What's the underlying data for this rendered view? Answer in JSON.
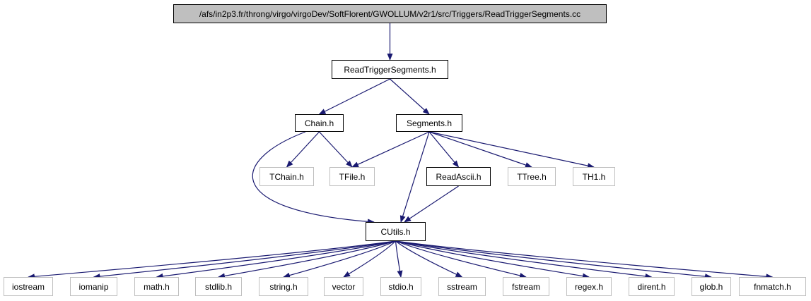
{
  "colors": {
    "edge": "#191970",
    "root_fill": "#bfbfbf",
    "missing_border": "#bfbfbf",
    "node_border": "#000000"
  },
  "nodes": [
    {
      "id": "root",
      "label": "/afs/in2p3.fr/throng/virgo/virgoDev/SoftFlorent/GWOLLUM/v2r1/src/Triggers/ReadTriggerSegments.cc",
      "style": "root"
    },
    {
      "id": "rts",
      "label": "ReadTriggerSegments.h",
      "style": "solid"
    },
    {
      "id": "chain",
      "label": "Chain.h",
      "style": "solid"
    },
    {
      "id": "segments",
      "label": "Segments.h",
      "style": "solid"
    },
    {
      "id": "tchain",
      "label": "TChain.h",
      "style": "grey"
    },
    {
      "id": "tfile",
      "label": "TFile.h",
      "style": "grey"
    },
    {
      "id": "readascii",
      "label": "ReadAscii.h",
      "style": "solid"
    },
    {
      "id": "ttree",
      "label": "TTree.h",
      "style": "grey"
    },
    {
      "id": "th1",
      "label": "TH1.h",
      "style": "grey"
    },
    {
      "id": "cutils",
      "label": "CUtils.h",
      "style": "solid"
    },
    {
      "id": "iostream",
      "label": "iostream",
      "style": "grey"
    },
    {
      "id": "iomanip",
      "label": "iomanip",
      "style": "grey"
    },
    {
      "id": "math",
      "label": "math.h",
      "style": "grey"
    },
    {
      "id": "stdlib",
      "label": "stdlib.h",
      "style": "grey"
    },
    {
      "id": "string",
      "label": "string.h",
      "style": "grey"
    },
    {
      "id": "vector",
      "label": "vector",
      "style": "grey"
    },
    {
      "id": "stdio",
      "label": "stdio.h",
      "style": "grey"
    },
    {
      "id": "sstream",
      "label": "sstream",
      "style": "grey"
    },
    {
      "id": "fstream",
      "label": "fstream",
      "style": "grey"
    },
    {
      "id": "regex",
      "label": "regex.h",
      "style": "grey"
    },
    {
      "id": "dirent",
      "label": "dirent.h",
      "style": "grey"
    },
    {
      "id": "glob",
      "label": "glob.h",
      "style": "grey"
    },
    {
      "id": "fnmatch",
      "label": "fnmatch.h",
      "style": "grey"
    }
  ],
  "edges": [
    [
      "root",
      "rts"
    ],
    [
      "rts",
      "chain"
    ],
    [
      "rts",
      "segments"
    ],
    [
      "chain",
      "tchain"
    ],
    [
      "chain",
      "tfile"
    ],
    [
      "chain",
      "cutils"
    ],
    [
      "segments",
      "tfile"
    ],
    [
      "segments",
      "readascii"
    ],
    [
      "segments",
      "ttree"
    ],
    [
      "segments",
      "th1"
    ],
    [
      "segments",
      "cutils"
    ],
    [
      "readascii",
      "cutils"
    ],
    [
      "cutils",
      "iostream"
    ],
    [
      "cutils",
      "iomanip"
    ],
    [
      "cutils",
      "math"
    ],
    [
      "cutils",
      "stdlib"
    ],
    [
      "cutils",
      "string"
    ],
    [
      "cutils",
      "vector"
    ],
    [
      "cutils",
      "stdio"
    ],
    [
      "cutils",
      "sstream"
    ],
    [
      "cutils",
      "fstream"
    ],
    [
      "cutils",
      "regex"
    ],
    [
      "cutils",
      "dirent"
    ],
    [
      "cutils",
      "glob"
    ],
    [
      "cutils",
      "fnmatch"
    ]
  ]
}
